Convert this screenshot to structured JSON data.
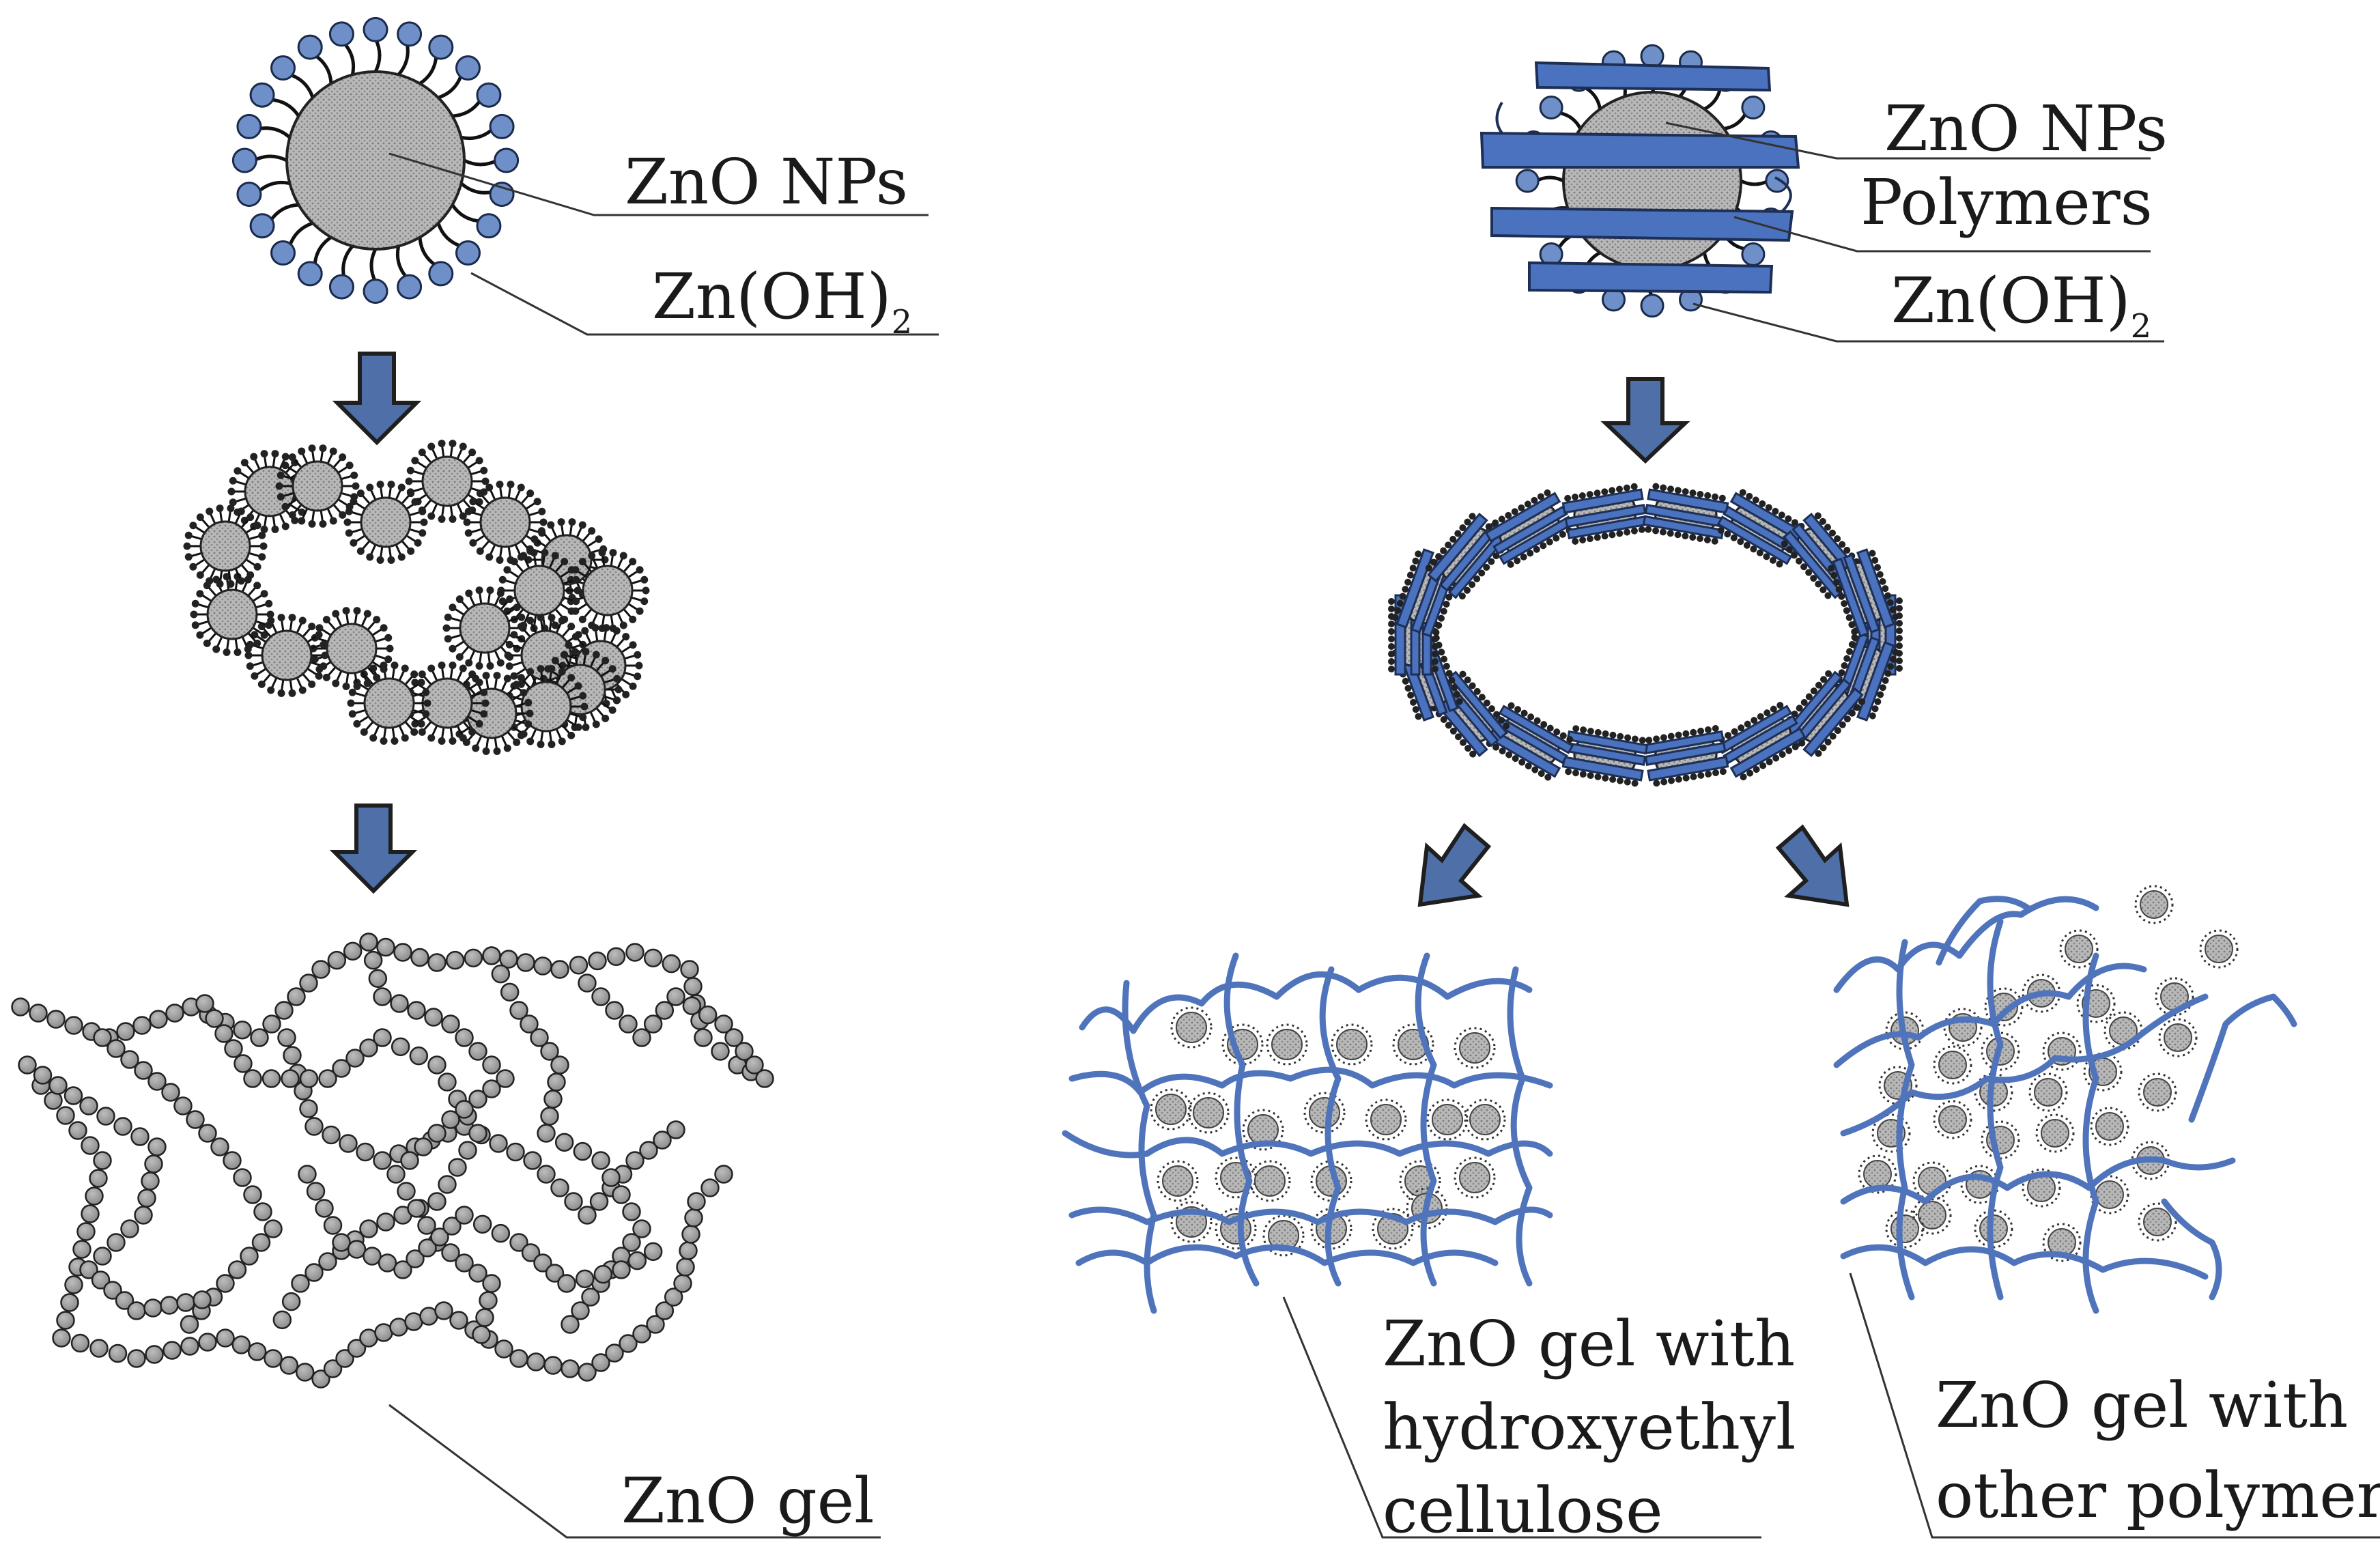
{
  "left": {
    "label_zno_nps": "ZnO NPs",
    "label_znoh2_base": "Zn(OH)",
    "label_znoh2_subscript": "2",
    "label_zno_gel": "ZnO gel"
  },
  "right": {
    "label_zno_nps": "ZnO NPs",
    "label_polymers": "Polymers",
    "label_znoh2_base": "Zn(OH)",
    "label_znoh2_subscript": "2",
    "label_hec_line1": "ZnO gel with",
    "label_hec_line2": "hydroxyethyl",
    "label_hec_line3": "cellulose",
    "label_other_line1": "ZnO gel with",
    "label_other_line2": "other polymers"
  },
  "colors": {
    "ligand_bead": "#6f8fc8",
    "polymer_band": "#4a72be",
    "nanoparticle_core": "#b4b4b4",
    "arrow_fill": "#4f6fa8",
    "gel_bead": "#9a9a9a"
  }
}
